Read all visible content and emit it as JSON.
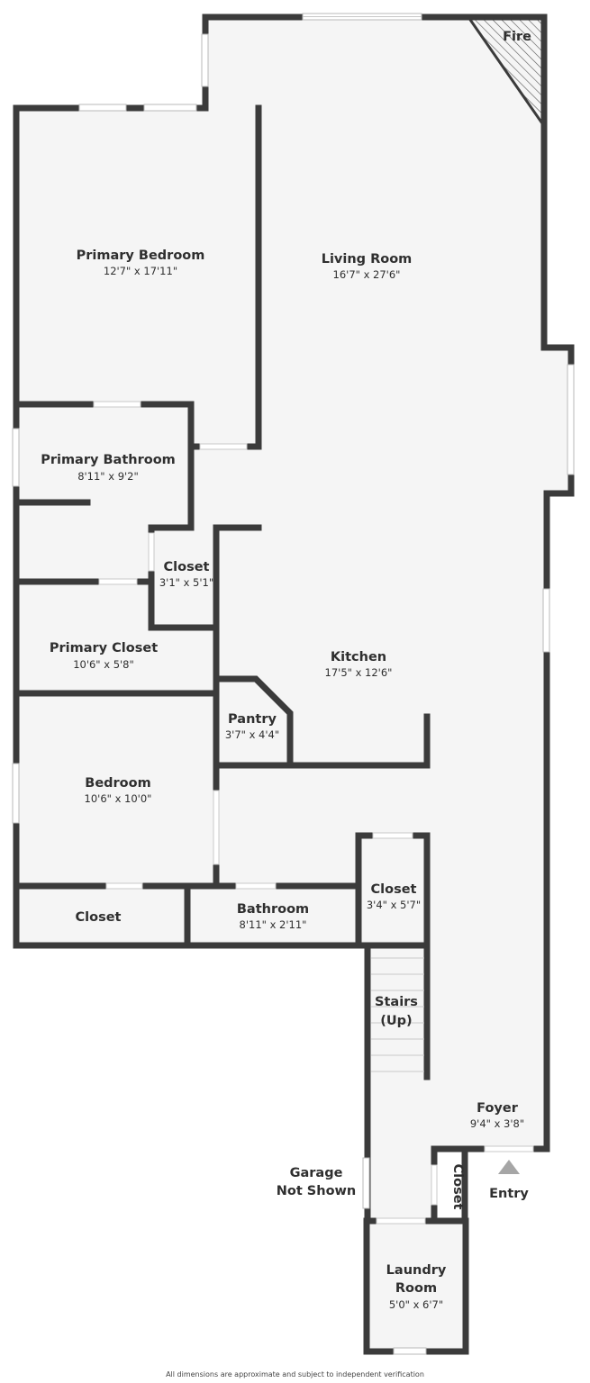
{
  "rooms": {
    "living_room": {
      "name": "Living Room",
      "dim": "16'7\" x 27'6\""
    },
    "primary_bedroom": {
      "name": "Primary Bedroom",
      "dim": "12'7\" x 17'11\""
    },
    "primary_bathroom": {
      "name": "Primary Bathroom",
      "dim": "8'11\" x 9'2\""
    },
    "closet_small": {
      "name": "Closet",
      "dim": "3'1\" x 5'1\""
    },
    "primary_closet": {
      "name": "Primary Closet",
      "dim": "10'6\" x 5'8\""
    },
    "kitchen": {
      "name": "Kitchen",
      "dim": "17'5\" x 12'6\""
    },
    "pantry": {
      "name": "Pantry",
      "dim": "3'7\" x 4'4\""
    },
    "bedroom": {
      "name": "Bedroom",
      "dim": "10'6\" x 10'0\""
    },
    "closet_hall": {
      "name": "Closet",
      "dim": ""
    },
    "bathroom": {
      "name": "Bathroom",
      "dim": "8'11\" x 2'11\""
    },
    "closet_stairs": {
      "name": "Closet",
      "dim": "3'4\" x 5'7\""
    },
    "stairs": {
      "line1": "Stairs",
      "line2": "(Up)"
    },
    "foyer": {
      "name": "Foyer",
      "dim": "9'4\" x 3'8\""
    },
    "closet_foyer": {
      "name": "Closet"
    },
    "laundry": {
      "line1": "Laundry",
      "line2": "Room",
      "dim": "5'0\" x 6'7\""
    }
  },
  "labels": {
    "fire": "Fire",
    "garage_line1": "Garage",
    "garage_line2": "Not Shown",
    "entry": "Entry"
  },
  "footer": "All dimensions are approximate and subject to independent verification",
  "colors": {
    "wall": "#3b3b3b",
    "floor": "#f5f5f5",
    "text": "#2f2f2f"
  }
}
